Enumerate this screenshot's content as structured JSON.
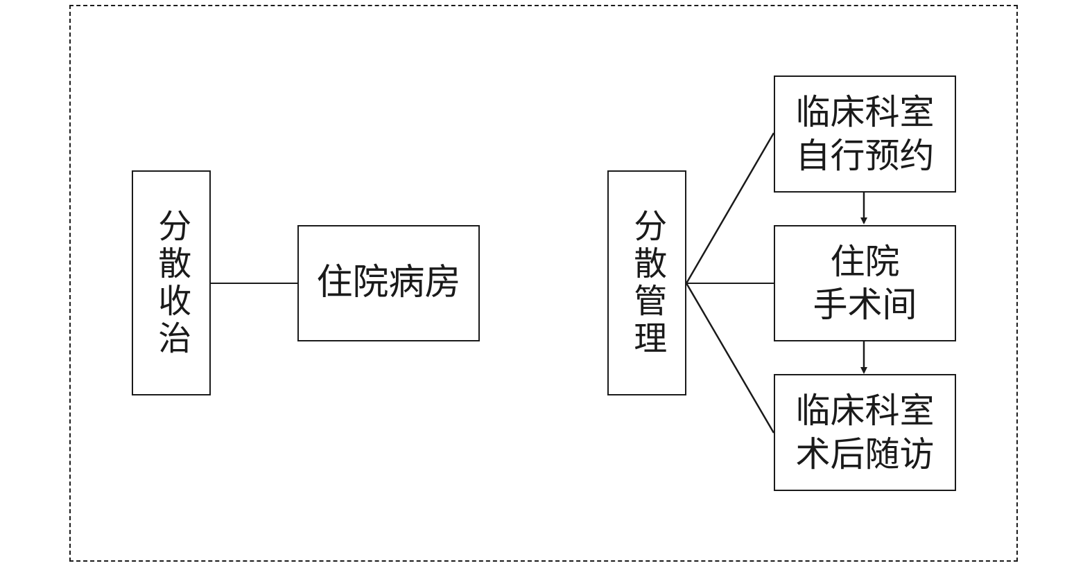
{
  "diagram": {
    "left": {
      "group_label": "分散收治",
      "target_label": "住院病房"
    },
    "right": {
      "group_label": "分散管理",
      "steps": [
        {
          "label": "临床科室\n自行预约"
        },
        {
          "label": "住院\n手术间"
        },
        {
          "label": "临床科室\n术后随访"
        }
      ]
    },
    "colors": {
      "stroke": "#1a1a1a",
      "background": "#ffffff"
    }
  }
}
